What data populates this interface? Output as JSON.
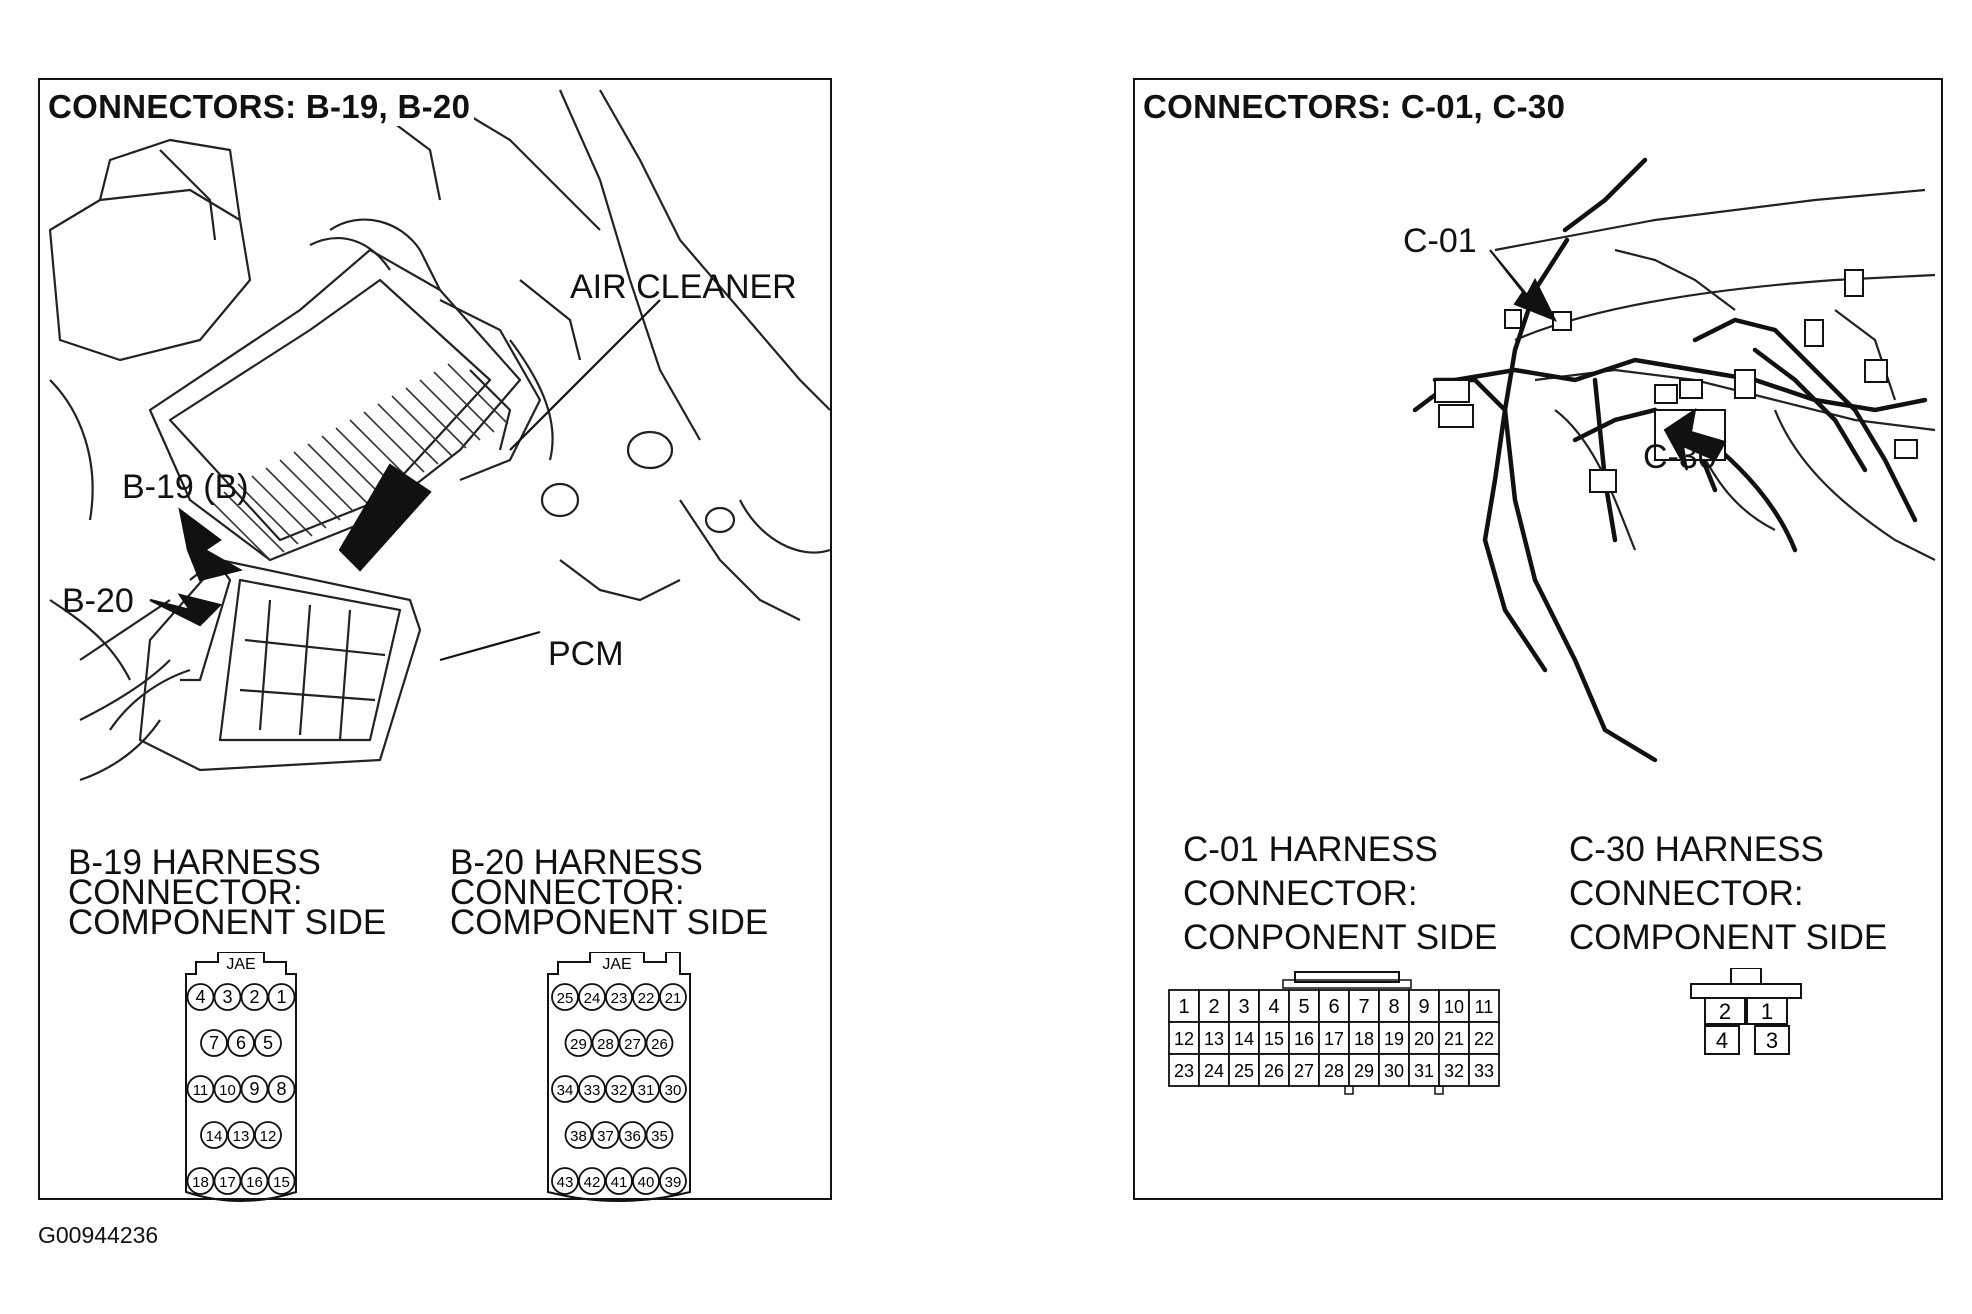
{
  "figure_id": "G00944236",
  "left_panel": {
    "title": "CONNECTORS: B-19, B-20",
    "labels": {
      "air_cleaner": "AIR CLEANER",
      "b19": "B-19 (B)",
      "b20": "B-20",
      "pcm": "PCM"
    },
    "b19_caption": [
      "B-19 HARNESS",
      "CONNECTOR:",
      "COMPONENT SIDE"
    ],
    "b20_caption": [
      "B-20 HARNESS",
      "CONNECTOR:",
      "COMPONENT SIDE"
    ],
    "b19_connector": {
      "tab": "JAE",
      "rows": [
        [
          "4",
          "3",
          "2",
          "1"
        ],
        [
          "7",
          "6",
          "5"
        ],
        [
          "11",
          "10",
          "9",
          "8"
        ],
        [
          "14",
          "13",
          "12"
        ],
        [
          "18",
          "17",
          "16",
          "15"
        ]
      ]
    },
    "b20_connector": {
      "tab": "JAE",
      "rows": [
        [
          "25",
          "24",
          "23",
          "22",
          "21"
        ],
        [
          "29",
          "28",
          "27",
          "26"
        ],
        [
          "34",
          "33",
          "32",
          "31",
          "30"
        ],
        [
          "38",
          "37",
          "36",
          "35"
        ],
        [
          "43",
          "42",
          "41",
          "40",
          "39"
        ]
      ]
    }
  },
  "right_panel": {
    "title": "CONNECTORS: C-01, C-30",
    "labels": {
      "c01": "C-01",
      "c30": "C-30"
    },
    "c01_caption": [
      "C-01 HARNESS",
      "CONNECTOR:",
      "CONPONENT SIDE"
    ],
    "c30_caption": [
      "C-30 HARNESS",
      "CONNECTOR:",
      "COMPONENT SIDE"
    ],
    "c01_connector": {
      "rows": [
        [
          "1",
          "2",
          "3",
          "4",
          "5",
          "6",
          "7",
          "8",
          "9",
          "10",
          "11"
        ],
        [
          "12",
          "13",
          "14",
          "15",
          "16",
          "17",
          "18",
          "19",
          "20",
          "21",
          "22"
        ],
        [
          "23",
          "24",
          "25",
          "26",
          "27",
          "28",
          "29",
          "30",
          "31",
          "32",
          "33"
        ]
      ]
    },
    "c30_connector": {
      "rows": [
        [
          "2",
          "1"
        ],
        [
          "4",
          "3"
        ]
      ]
    }
  }
}
